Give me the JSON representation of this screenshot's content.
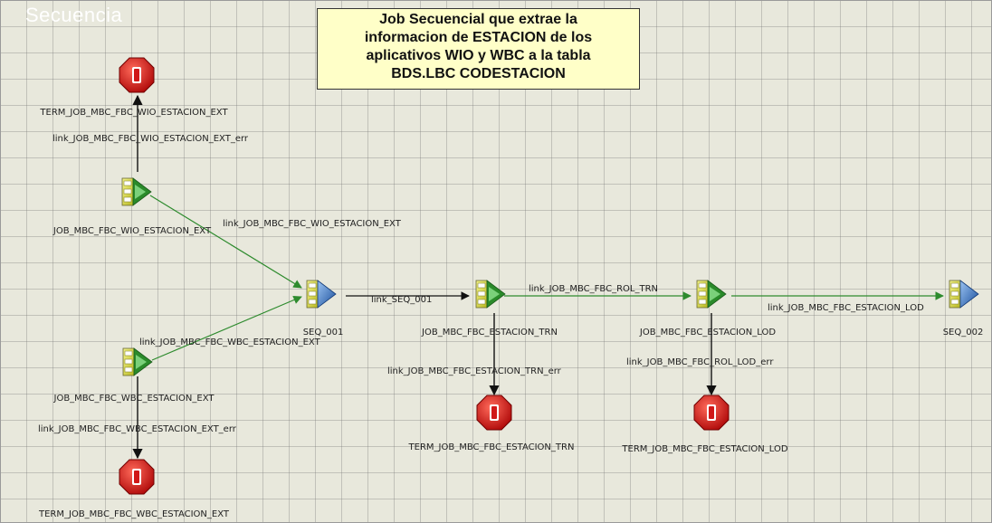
{
  "watermark": "Secuencia",
  "annotation": {
    "lines": [
      "Job Secuencial que extrae la",
      "informacion de ESTACION de los",
      "aplicativos WIO y WBC a la tabla",
      "BDS.LBC  CODESTACION"
    ]
  },
  "colors": {
    "canvas": "#e8e8dc",
    "note": "#ffffc8",
    "ok_link": "#2e8b2e",
    "err_link": "#111111",
    "stop": "#d01818"
  },
  "stages": [
    {
      "id": "term_wio",
      "kind": "terminator",
      "label": "TERM_JOB_MBC_FBC_WIO_ESTACION_EXT"
    },
    {
      "id": "job_wio",
      "kind": "job",
      "label": "JOB_MBC_FBC_WIO_ESTACION_EXT"
    },
    {
      "id": "seq001",
      "kind": "sequencer",
      "label": "SEQ_001"
    },
    {
      "id": "job_wbc",
      "kind": "job",
      "label": "JOB_MBC_FBC_WBC_ESTACION_EXT"
    },
    {
      "id": "term_wbc",
      "kind": "terminator",
      "label": "TERM_JOB_MBC_FBC_WBC_ESTACION_EXT"
    },
    {
      "id": "job_trn",
      "kind": "job",
      "label": "JOB_MBC_FBC_ESTACION_TRN"
    },
    {
      "id": "term_trn",
      "kind": "terminator",
      "label": "TERM_JOB_MBC_FBC_ESTACION_TRN"
    },
    {
      "id": "job_lod",
      "kind": "job",
      "label": "JOB_MBC_FBC_ESTACION_LOD"
    },
    {
      "id": "term_lod",
      "kind": "terminator",
      "label": "TERM_JOB_MBC_FBC_ESTACION_LOD"
    },
    {
      "id": "seq002",
      "kind": "sequencer",
      "label": "SEQ_002"
    }
  ],
  "links": [
    {
      "from": "job_wio",
      "to": "term_wio",
      "kind": "error",
      "label": "link_JOB_MBC_FBC_WIO_ESTACION_EXT_err"
    },
    {
      "from": "job_wio",
      "to": "seq001",
      "kind": "ok",
      "label": "link_JOB_MBC_FBC_WIO_ESTACION_EXT"
    },
    {
      "from": "job_wbc",
      "to": "seq001",
      "kind": "ok",
      "label": "link_JOB_MBC_FBC_WBC_ESTACION_EXT"
    },
    {
      "from": "job_wbc",
      "to": "term_wbc",
      "kind": "error",
      "label": "link_JOB_MBC_FBC_WBC_ESTACION_EXT_err"
    },
    {
      "from": "seq001",
      "to": "job_trn",
      "kind": "plain",
      "label": "link_SEQ_001"
    },
    {
      "from": "job_trn",
      "to": "job_lod",
      "kind": "ok",
      "label": "link_JOB_MBC_FBC_ROL_TRN"
    },
    {
      "from": "job_trn",
      "to": "term_trn",
      "kind": "error",
      "label": "link_JOB_MBC_FBC_ESTACION_TRN_err"
    },
    {
      "from": "job_lod",
      "to": "term_lod",
      "kind": "error",
      "label": "link_JOB_MBC_FBC_ROL_LOD_err"
    },
    {
      "from": "job_lod",
      "to": "seq002",
      "kind": "ok",
      "label": "link_JOB_MBC_FBC_ESTACION_LOD"
    }
  ]
}
